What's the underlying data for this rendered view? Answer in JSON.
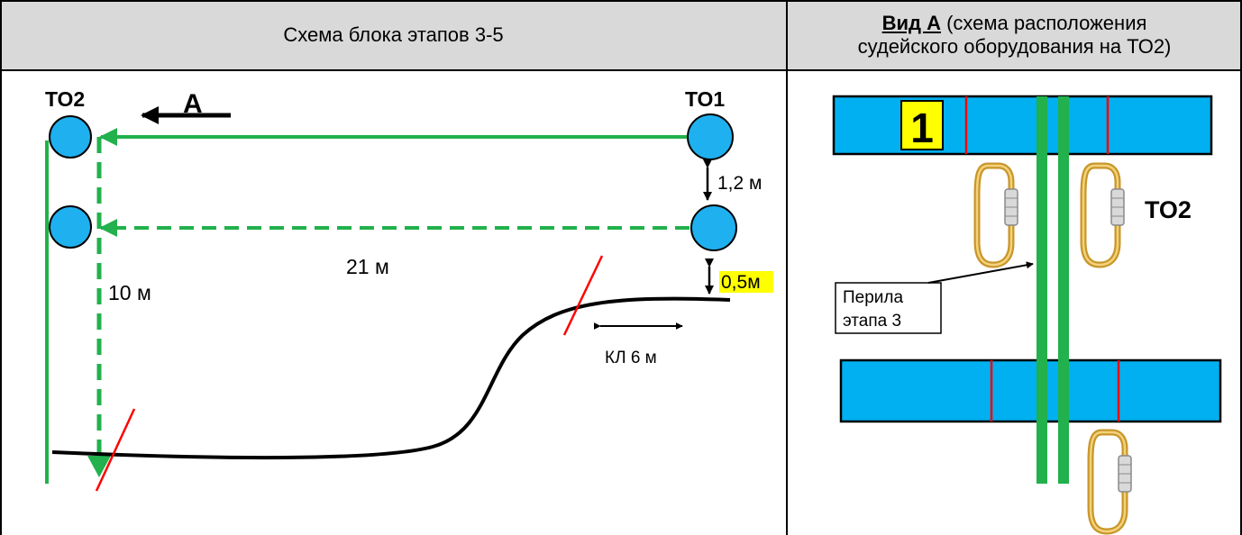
{
  "header": {
    "left_title": "Схема блока этапов 3-5",
    "right_title_bold": "Вид А",
    "right_title_rest": " (схема расположения",
    "right_title_line2": "судейского оборудования на ТО2)"
  },
  "scheme": {
    "to2_label": "ТО2",
    "to1_label": "ТО1",
    "arrow_label": "А",
    "gap_top": "1,2 м",
    "span": "21 м",
    "height": "10 м",
    "gap_bottom": "0,5м",
    "kl": "КЛ 6 м"
  },
  "view_a": {
    "marker": "1",
    "to2_label": "ТО2",
    "rail_label_line1": "Перила",
    "rail_label_line2": "этапа 3"
  },
  "colors": {
    "green": "#22b14c",
    "node_blue": "#1fb0ef",
    "bar_blue": "#00b0f0",
    "highlight": "#ffff00",
    "red": "#ff0000",
    "header_bg": "#d9d9d9"
  }
}
